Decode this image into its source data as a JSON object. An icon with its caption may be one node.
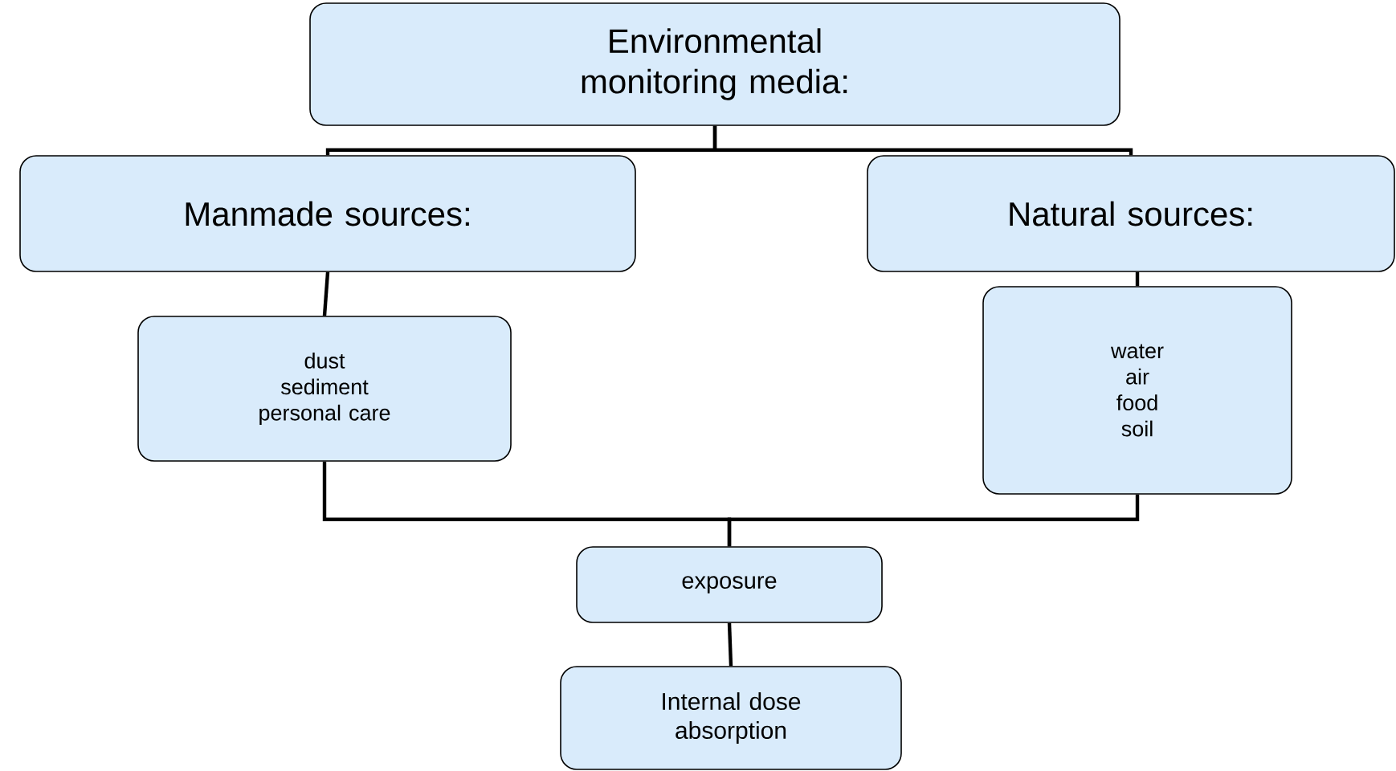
{
  "diagram": {
    "nodes": [
      {
        "text": [
          "Environmental monitoring media:"
        ]
      },
      {
        "text": [
          "Manmade sources:"
        ]
      },
      {
        "text": [
          "Natural sources:"
        ]
      },
      {
        "text": [
          "dust",
          "sediment",
          "personal care"
        ]
      },
      {
        "text": [
          "water",
          "air",
          "food",
          "soil"
        ]
      },
      {
        "text": [
          "exposure"
        ]
      },
      {
        "text": [
          "Internal dose absorption"
        ]
      }
    ],
    "edges": [
      {
        "from": 0,
        "to": 1,
        "arrow": "none"
      },
      {
        "from": 0,
        "to": 2,
        "arrow": "none"
      },
      {
        "from": 1,
        "to": 3,
        "arrow": "none"
      },
      {
        "from": 2,
        "to": 4,
        "arrow": "none"
      },
      {
        "from": 3,
        "to": 5,
        "arrow": "none"
      },
      {
        "from": 4,
        "to": 5,
        "arrow": "none"
      },
      {
        "from": 5,
        "to": 6,
        "arrow": "none"
      }
    ]
  }
}
